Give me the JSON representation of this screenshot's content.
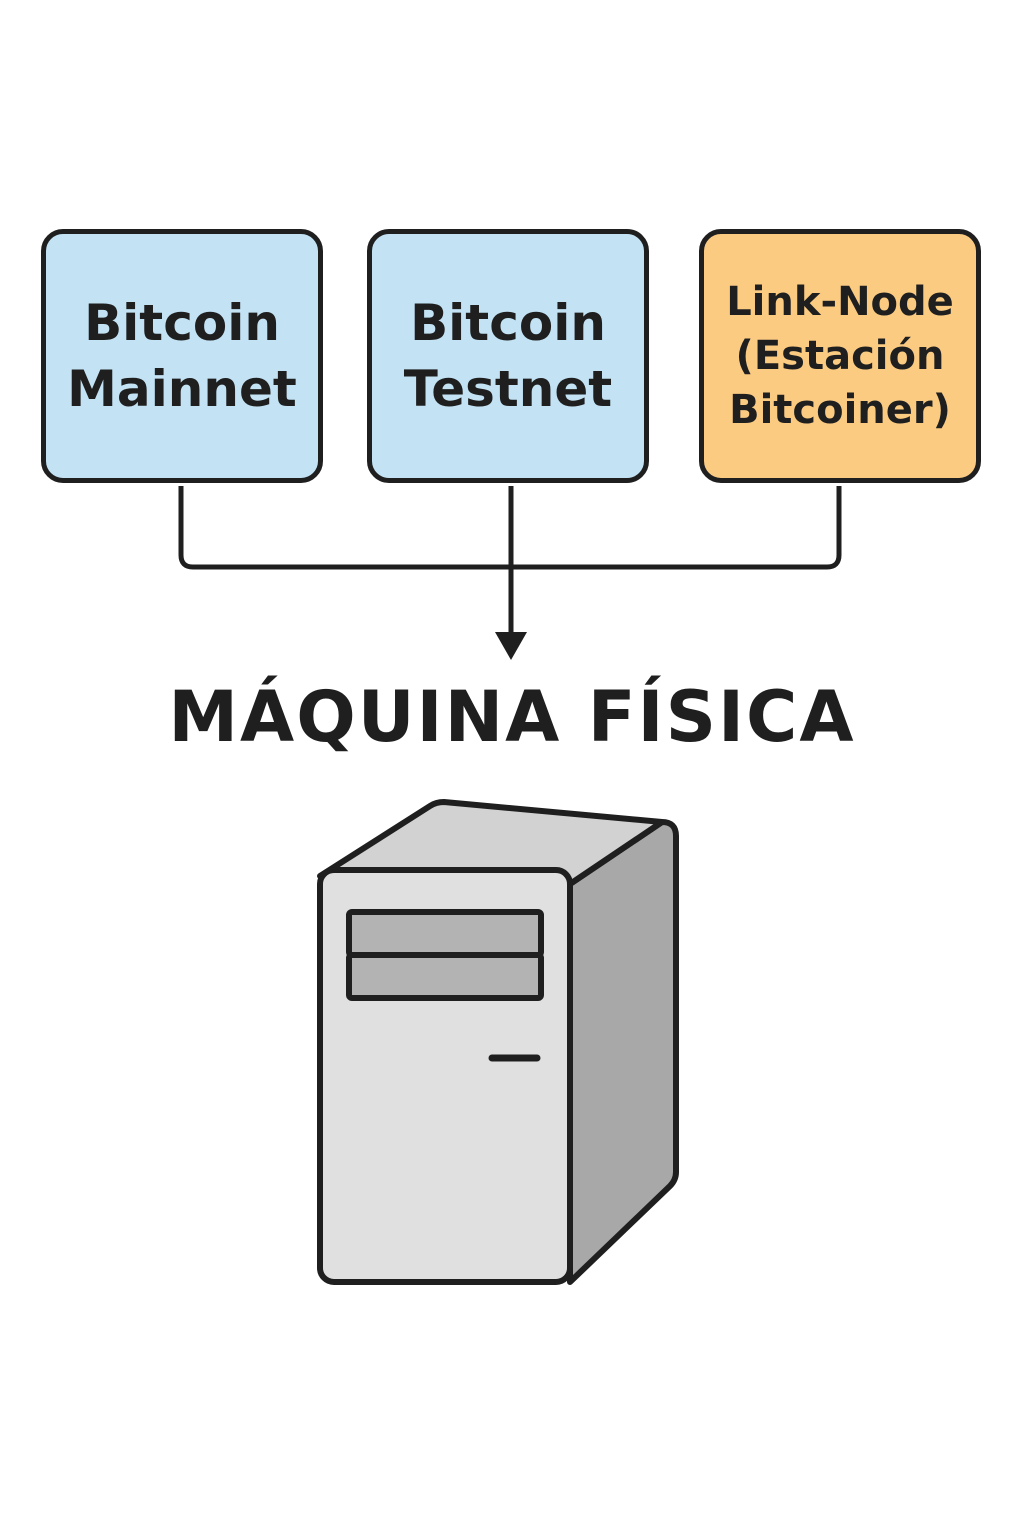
{
  "nodes": [
    {
      "id": "mainnet",
      "lines": [
        "Bitcoin",
        "Mainnet"
      ],
      "fill": "#c3e3f5"
    },
    {
      "id": "testnet",
      "lines": [
        "Bitcoin",
        "Testnet"
      ],
      "fill": "#c3e3f5"
    },
    {
      "id": "linknode",
      "lines": [
        "Link-Node",
        "(Estación",
        "Bitcoiner)"
      ],
      "fill": "#fbcb82"
    }
  ],
  "machine": {
    "title": "MÁQUINA FÍSICA",
    "icon": "server-tower-icon"
  },
  "colors": {
    "stroke": "#1f1f1f",
    "server_front": "#e0e0e0",
    "server_side": "#a8a8a8",
    "server_top": "#d2d2d2",
    "drive_bay": "#b3b3b3"
  }
}
